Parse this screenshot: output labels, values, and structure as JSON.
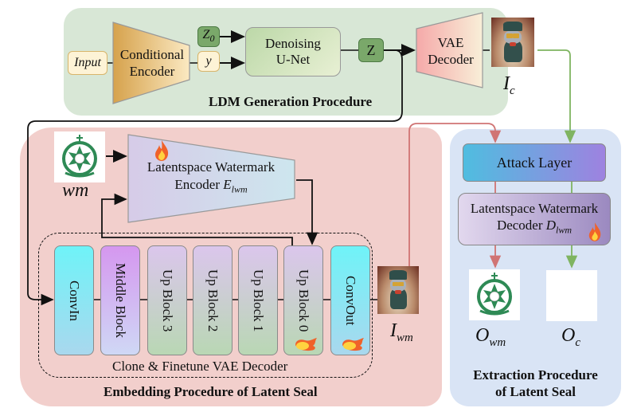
{
  "ldm": {
    "title": "LDM Generation Procedure",
    "input_label": "Input",
    "conditional_encoder_line1": "Conditional",
    "conditional_encoder_line2": "Encoder",
    "z0_main": "Z",
    "z0_sub": "0",
    "y_label": "y",
    "unet_line1": "Denoising",
    "unet_line2": "U-Net",
    "z_label": "Z",
    "vae_decoder_line1": "VAE",
    "vae_decoder_line2": "Decoder",
    "ic_main": "I",
    "ic_sub": "c"
  },
  "embedding": {
    "title": "Embedding Procedure of Latent Seal",
    "wm_label": "wm",
    "encoder_line1": "Latentspace Watermark",
    "encoder_line2": "Encoder ",
    "encoder_symbol": "E",
    "encoder_sub": "lwm",
    "clone_label": "Clone & Finetune VAE Decoder",
    "blocks": [
      {
        "label": "ConvIn",
        "style": "cyan",
        "trainable": false
      },
      {
        "label": "Middle Block",
        "style": "purple",
        "trainable": false
      },
      {
        "label": "Up Block 3",
        "style": "upb",
        "trainable": false
      },
      {
        "label": "Up Block 2",
        "style": "upb",
        "trainable": false
      },
      {
        "label": "Up Block 1",
        "style": "upb",
        "trainable": false
      },
      {
        "label": "Up Block 0",
        "style": "upb",
        "trainable": true
      },
      {
        "label": "ConvOut",
        "style": "cyan",
        "trainable": true
      }
    ],
    "iwm_main": "I",
    "iwm_sub": "wm"
  },
  "extraction": {
    "title_line1": "Extraction Procedure",
    "title_line2": "of Latent Seal",
    "attack_label": "Attack Layer",
    "decoder_line1": "Latentspace Watermark",
    "decoder_line2": "Decoder ",
    "decoder_symbol": "D",
    "decoder_sub": "lwm",
    "owm_main": "O",
    "owm_sub": "wm",
    "oc_main": "O",
    "oc_sub": "c"
  },
  "colors": {
    "ldm_panel": "#d8e7d6",
    "embed_panel": "#f2cfcc",
    "extract_panel": "#d9e4f5",
    "watermark_path": "#d07474",
    "clean_path": "#7fb461",
    "seal_green": "#2e8a55"
  },
  "icons": {
    "trainable": "flame-icon",
    "watermark": "seal-emblem-icon",
    "image": "cat-image"
  }
}
